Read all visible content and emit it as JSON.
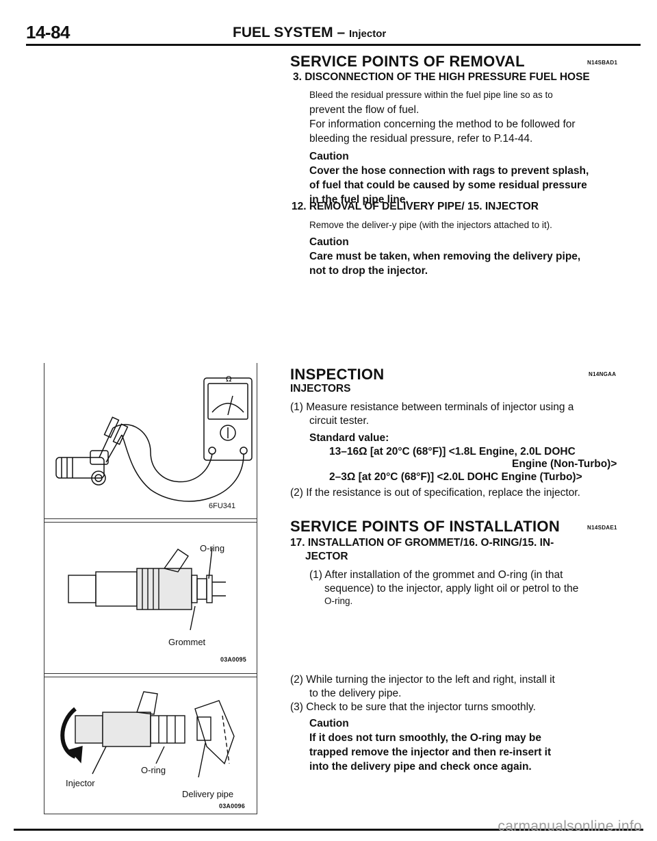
{
  "header": {
    "page_number": "14-84",
    "title": "FUEL SYSTEM",
    "dash": "–",
    "subtitle": "Injector"
  },
  "removal": {
    "title": "SERVICE POINTS OF REMOVAL",
    "code": "N14SBAD1",
    "step3_title": "3.  DISCONNECTION OF THE HIGH PRESSURE FUEL HOSE",
    "step3_line1": "Bleed the residual pressure within the fuel pipe line so as to",
    "step3_line2": "prevent the flow of fuel.",
    "step3_line3": "For information concerning the method to be followed for",
    "step3_line4": "bleeding the residual pressure, refer to P.14-44.",
    "caution1_label": "Caution",
    "caution1_line1": "Cover the hose connection with rags to prevent splash,",
    "caution1_line2": "of fuel that could be caused by some residual pressure",
    "caution1_line3": "in the fuel pipe line.",
    "step12_title": "12. REMOVAL OF DELIVERY PIPE/ 15. INJECTOR",
    "step12_text": "Remove the deliver-y pipe (with the injectors attached to it).",
    "caution2_label": "Caution",
    "caution2_line1": "Care must be taken, when removing the delivery pipe,",
    "caution2_line2": "not to drop the injector."
  },
  "inspection": {
    "title": "INSPECTION",
    "code": "N14NGAA",
    "subheading": "INJECTORS",
    "item1_line1": "(1) Measure resistance between terminals of injector using a",
    "item1_line2": "circuit tester.",
    "standard_label": "Standard value:",
    "std1_line1": "13–16Ω [at 20°C (68°F)] <1.8L Engine, 2.0L DOHC",
    "std1_line2": "Engine (Non-Turbo)>",
    "std2": "2–3Ω [at 20°C (68°F)] <2.0L DOHC Engine (Turbo)>",
    "item2": "(2) If the resistance is out of specification, replace the injector."
  },
  "installation": {
    "title": "SERVICE POINTS OF INSTALLATION",
    "code": "N14SDAE1",
    "step17_line1": "17. INSTALLATION OF GROMMET/16. O-RING/15. IN-",
    "step17_line2": "JECTOR",
    "item1_line1": "(1) After installation of the grommet and O-ring (in that",
    "item1_line2": "sequence) to the injector, apply light oil or petrol to the",
    "item1_line3": "O-ring.",
    "item2_line1": "(2) While turning the injector to the left and right, install it",
    "item2_line2": "to the delivery pipe.",
    "item3": "(3) Check to be sure that the injector turns smoothly.",
    "caution_label": "Caution",
    "caution_line1": "If it does not turn smoothly, the O-ring may be",
    "caution_line2": "trapped remove the injector and then re-insert it",
    "caution_line3": "into the delivery pipe and check once again."
  },
  "figures": {
    "fig1_code": "6FU341",
    "fig1_meter_symbol": "Ω",
    "fig2_label_oring": "O-ring",
    "fig2_label_grommet": "Grommet",
    "fig2_code": "03A0095",
    "fig3_label_injector": "Injector",
    "fig3_label_oring": "O-ring",
    "fig3_label_pipe": "Delivery  pipe",
    "fig3_code": "03A0096"
  },
  "watermark": "carmanualsonline.info"
}
